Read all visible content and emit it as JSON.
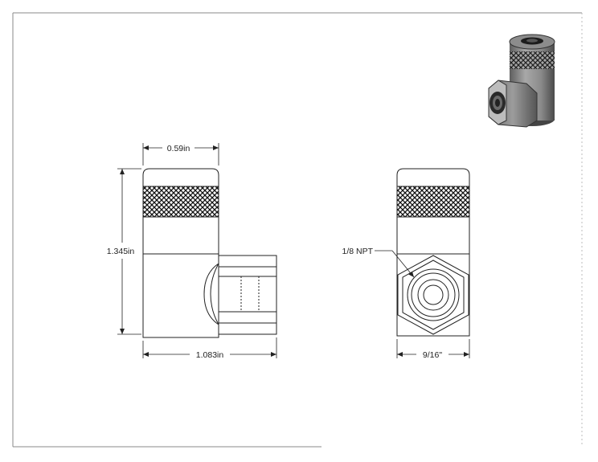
{
  "drawing": {
    "dimensions": {
      "width_top": "0.59in",
      "height_left": "1.345in",
      "length_bottom": "1.083in",
      "hex_across_flats": "9/16\"",
      "thread_callout": "1/8 NPT"
    },
    "colors": {
      "line": "#222222",
      "border": "#888888",
      "knurl": "#111111",
      "iso_body": "#7f7f7f",
      "iso_dark": "#3a3a3a"
    }
  }
}
